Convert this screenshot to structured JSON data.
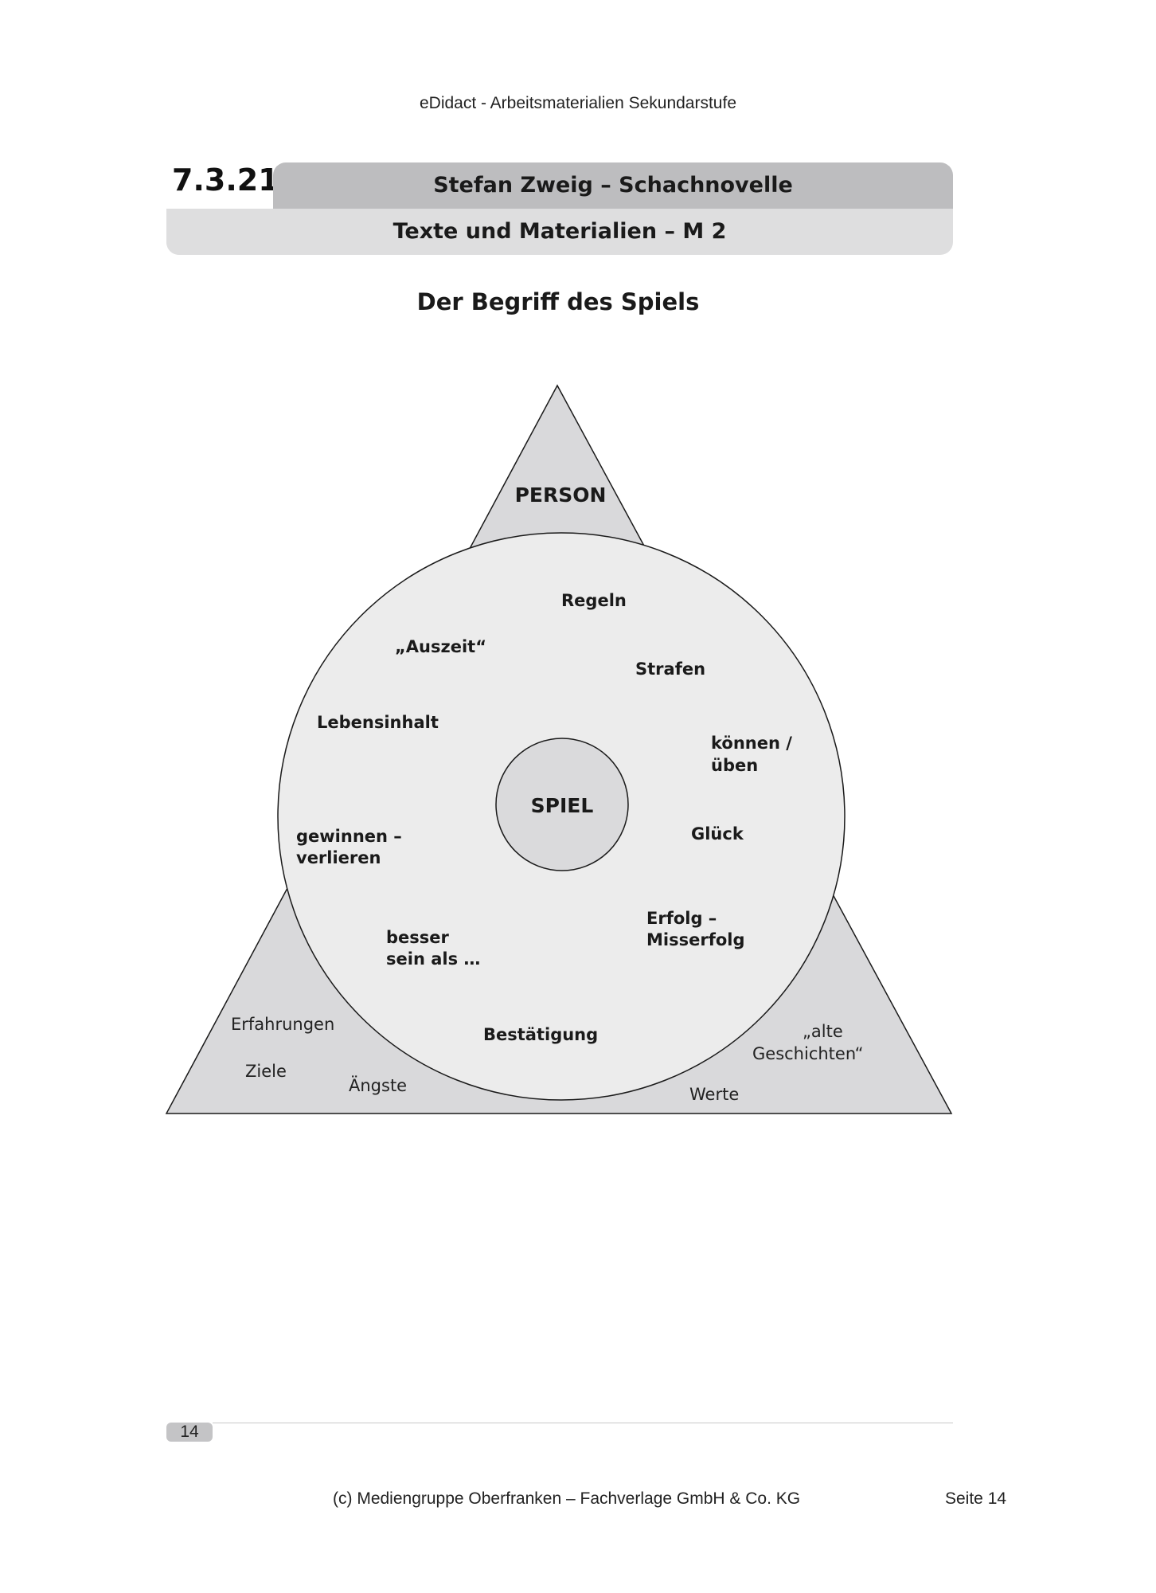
{
  "header": {
    "site_title": "eDidact - Arbeitsmaterialien Sekundarstufe"
  },
  "section": {
    "number": "7.3.21",
    "title": "Stefan Zweig – Schachnovelle",
    "subtitle": "Texte und Materialien – M 2"
  },
  "page_heading": "Der Begriff des Spiels",
  "diagram": {
    "triangle_label": "PERSON",
    "center_label": "SPIEL",
    "circle_terms": {
      "regeln": "Regeln",
      "auszeit": "„Auszeit“",
      "strafen": "Strafen",
      "lebensinhalt": "Lebensinhalt",
      "koennen_1": "können /",
      "koennen_2": "üben",
      "glueck": "Glück",
      "gewinnen_1": "gewinnen –",
      "gewinnen_2": "verlieren",
      "erfolg_1": "Erfolg –",
      "erfolg_2": "Misserfolg",
      "besser_1": "besser",
      "besser_2": "sein als …",
      "bestaetigung": "Bestätigung"
    },
    "corner_terms": {
      "erfahrungen": "Erfahrungen",
      "ziele": "Ziele",
      "aengste": "Ängste",
      "alte_1": "„alte",
      "alte_2": "Geschichten“",
      "werte": "Werte"
    },
    "colors": {
      "triangle_fill": "#d9d9db",
      "circle_fill": "#ececec",
      "center_fill": "#dadadc",
      "stroke": "#1a1a1a"
    }
  },
  "footer": {
    "page_number": "14",
    "copyright": "(c) Mediengruppe Oberfranken – Fachverlage GmbH & Co. KG",
    "page_label": "Seite 14"
  }
}
